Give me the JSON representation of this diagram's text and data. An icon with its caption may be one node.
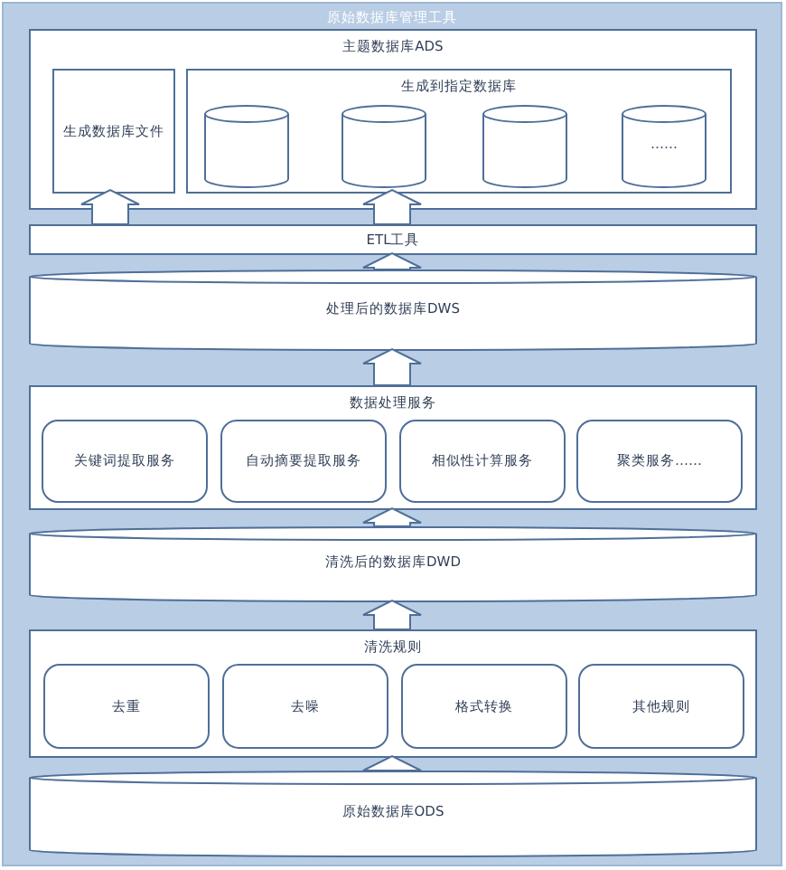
{
  "diagram": {
    "nodes": [
      {
        "text": [
          "原始数据库管理工具"
        ]
      },
      {
        "text": [
          "主题数据库ADS"
        ],
        "in": 0
      },
      {
        "text": [
          "生成数据库文件"
        ],
        "in": 1
      },
      {
        "text": [
          "生成到指定数据库"
        ],
        "in": 1
      },
      {
        "text": [],
        "shape": "cylinder",
        "in": 3
      },
      {
        "text": [],
        "shape": "cylinder",
        "in": 3
      },
      {
        "text": [],
        "shape": "cylinder",
        "in": 3
      },
      {
        "text": [
          "……"
        ],
        "in": 3
      },
      {
        "text": [
          "ETL工具"
        ],
        "in": 0
      },
      {
        "text": [
          "处理后的数据库DWS"
        ],
        "in": 0
      },
      {
        "text": [
          "数据处理服务"
        ],
        "in": 0
      },
      {
        "text": [
          "关键词提取服务"
        ],
        "in": 10
      },
      {
        "text": [
          "自动摘要提取服务"
        ],
        "in": 10
      },
      {
        "text": [
          "相似性计算服务"
        ],
        "in": 10
      },
      {
        "text": [
          "聚类服务……"
        ],
        "in": 10
      },
      {
        "text": [
          "清洗后的数据库DWD"
        ],
        "in": 0
      },
      {
        "text": [
          "清洗规则"
        ],
        "in": 0
      },
      {
        "text": [
          "去重"
        ],
        "in": 16
      },
      {
        "text": [
          "去噪"
        ],
        "in": 16
      },
      {
        "text": [
          "格式转换"
        ],
        "in": 16
      },
      {
        "text": [
          "其他规则"
        ],
        "in": 16
      },
      {
        "text": [
          "原始数据库ODS"
        ],
        "in": 0
      }
    ],
    "edges": [
      {
        "from": 21,
        "to": 16,
        "arrow": "to"
      },
      {
        "from": 16,
        "to": 15,
        "arrow": "to"
      },
      {
        "from": 15,
        "to": 10,
        "arrow": "to"
      },
      {
        "from": 10,
        "to": 9,
        "arrow": "to"
      },
      {
        "from": 9,
        "to": 8,
        "arrow": "to"
      },
      {
        "from": 8,
        "to": 2,
        "arrow": "to"
      },
      {
        "from": 8,
        "to": 3,
        "arrow": "to"
      }
    ]
  }
}
